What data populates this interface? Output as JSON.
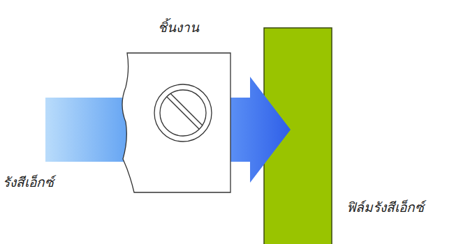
{
  "diagram": {
    "labels": [
      "ชิ้นงาน",
      "รังสีเอ็กซ์",
      "ฟิล์มรังสีเอ็กซ์"
    ]
  }
}
